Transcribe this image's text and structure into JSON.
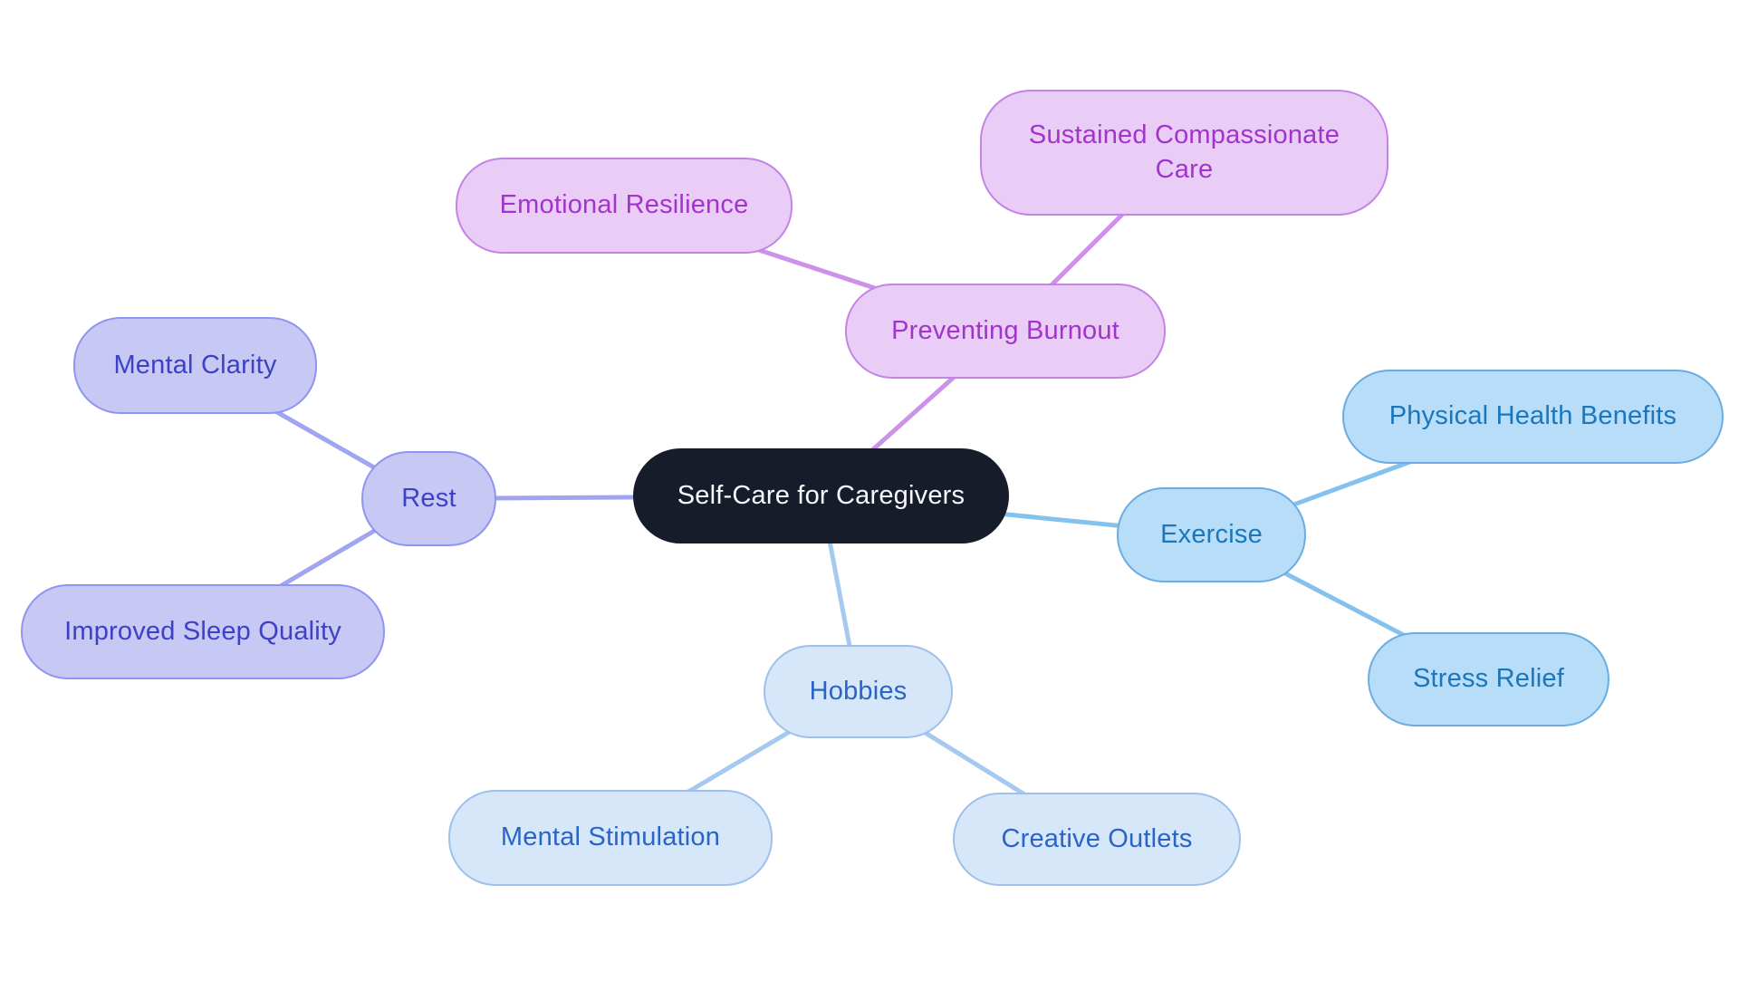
{
  "diagram": {
    "type": "mindmap",
    "background": "#ffffff"
  },
  "palette": {
    "center": {
      "fill": "#161c29",
      "border": "#161c29",
      "text": "#f7f8fa",
      "line": "#161c29"
    },
    "burnout": {
      "fill": "#e9cdf6",
      "border": "#c583e6",
      "text": "#a234cc",
      "line": "#cc92e9"
    },
    "rest": {
      "fill": "#c7c8f4",
      "border": "#9095ef",
      "text": "#3c41c5",
      "line": "#a0a4f1"
    },
    "exercise": {
      "fill": "#b7ddf8",
      "border": "#6bade2",
      "text": "#1b76bb",
      "line": "#85c1ed"
    },
    "hobbies": {
      "fill": "#d7e7fa",
      "border": "#9fc0ea",
      "text": "#2a64c5",
      "line": "#a6c9ef"
    }
  },
  "nodes": {
    "center": {
      "label": "Self-Care for Caregivers"
    },
    "preventing_burnout": {
      "label": "Preventing Burnout"
    },
    "emotional_resilience": {
      "label": "Emotional Resilience"
    },
    "sustained_compassionate_care": {
      "label": "Sustained Compassionate Care"
    },
    "rest": {
      "label": "Rest"
    },
    "mental_clarity": {
      "label": "Mental Clarity"
    },
    "improved_sleep_quality": {
      "label": "Improved Sleep Quality"
    },
    "exercise": {
      "label": "Exercise"
    },
    "physical_health_benefits": {
      "label": "Physical Health Benefits"
    },
    "stress_relief": {
      "label": "Stress Relief"
    },
    "hobbies": {
      "label": "Hobbies"
    },
    "mental_stimulation": {
      "label": "Mental Stimulation"
    },
    "creative_outlets": {
      "label": "Creative Outlets"
    }
  }
}
